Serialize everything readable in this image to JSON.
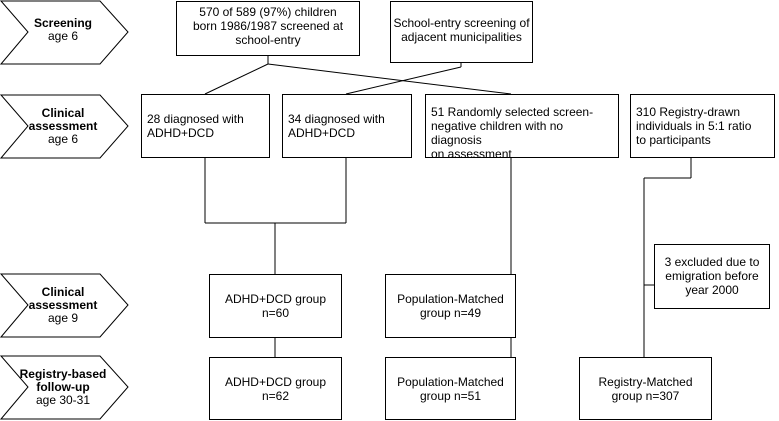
{
  "stages": [
    {
      "title_lines": [
        "Screening"
      ],
      "subtitle": "age 6"
    },
    {
      "title_lines": [
        "Clinical",
        "assessment"
      ],
      "subtitle": "age 6"
    },
    {
      "title_lines": [
        "Clinical",
        "assessment"
      ],
      "subtitle": "age 9"
    },
    {
      "title_lines": [
        "Registry-based",
        "follow-up"
      ],
      "subtitle": "age 30-31"
    }
  ],
  "boxes": {
    "screened": [
      "570 of 589 (97%) children",
      "born 1986/1987 screened at",
      "school-entry"
    ],
    "adjacent": [
      "School-entry screening of",
      "adjacent municipalities"
    ],
    "diag28": [
      "28 diagnosed with",
      "ADHD+DCD"
    ],
    "diag34": [
      "34 diagnosed with",
      "ADHD+DCD"
    ],
    "random51": [
      "51 Randomly selected screen-",
      "negative children with no diagnosis",
      "on assessment"
    ],
    "registry310": [
      "310 Registry-drawn",
      "individuals in 5:1 ratio",
      "to participants"
    ],
    "excluded": [
      "3 excluded due to",
      "emigration before",
      "year 2000"
    ],
    "adhd_age9": [
      "ADHD+DCD group",
      "n=60"
    ],
    "pop_age9": [
      "Population-Matched",
      "group n=49"
    ],
    "adhd_followup": [
      "ADHD+DCD group",
      "n=62"
    ],
    "pop_followup": [
      "Population-Matched",
      "group n=51"
    ],
    "reg_followup": [
      "Registry-Matched",
      "group n=307"
    ]
  }
}
